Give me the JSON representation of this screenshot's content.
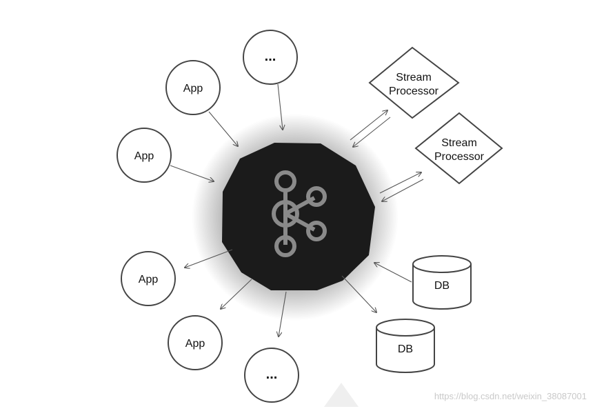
{
  "nodes": {
    "app_left_top": "App",
    "app_left_mid": "App",
    "app_bottom_left": "App",
    "app_bottom": "App",
    "ellipsis_top": "...",
    "ellipsis_bottom": "...",
    "stream_processor_1": "Stream\nProcessor",
    "stream_processor_2": "Stream\nProcessor",
    "db_1": "DB",
    "db_2": "DB"
  },
  "labels": {
    "stream_line1": "Stream",
    "stream_line2": "Processor"
  },
  "watermark": "https://blog.csdn.net/weixin_38087001",
  "colors": {
    "hub": "#1b1b1b",
    "logo": "#8a8a8a",
    "stroke": "#444444"
  },
  "icons": {
    "hub_logo": "kafka-logo-icon"
  }
}
